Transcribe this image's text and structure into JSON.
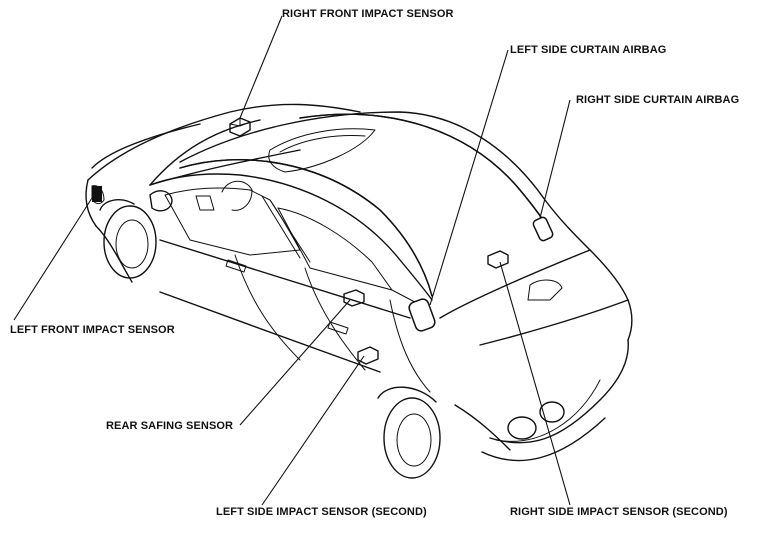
{
  "labels": {
    "right_front_impact_sensor": "RIGHT FRONT IMPACT SENSOR",
    "left_side_curtain_airbag": "LEFT SIDE CURTAIN AIRBAG",
    "right_side_curtain_airbag": "RIGHT SIDE CURTAIN AIRBAG",
    "left_front_impact_sensor": "LEFT FRONT IMPACT SENSOR",
    "rear_safing_sensor": "REAR SAFING SENSOR",
    "left_side_impact_sensor_second": "LEFT SIDE IMPACT SENSOR (SECOND)",
    "right_side_impact_sensor_second": "RIGHT SIDE IMPACT SENSOR (SECOND)"
  },
  "colors": {
    "ink": "#111111",
    "background": "#ffffff"
  }
}
